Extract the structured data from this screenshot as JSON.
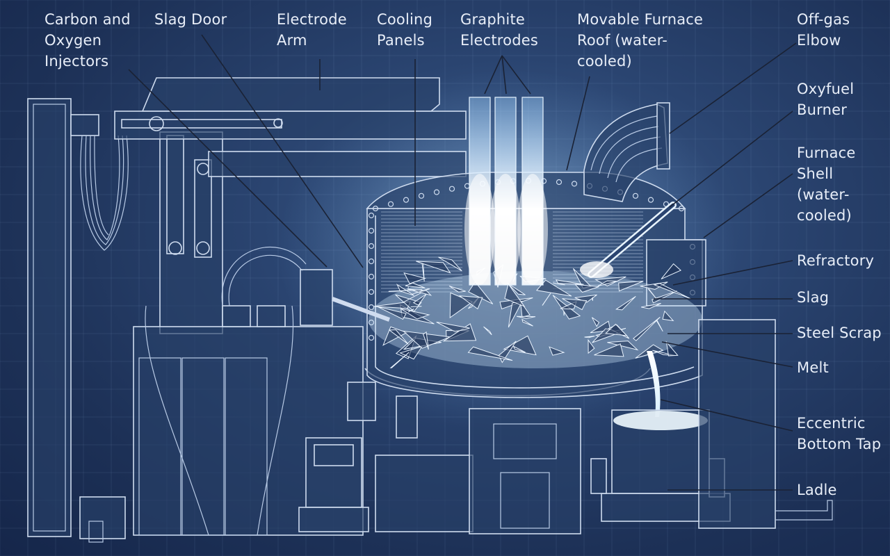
{
  "labels": {
    "carbon_oxygen_injectors": "Carbon and\nOxygen\nInjectors",
    "slag_door": "Slag Door",
    "electrode_arm": "Electrode\nArm",
    "cooling_panels": "Cooling\nPanels",
    "graphite_electrodes": "Graphite\nElectrodes",
    "movable_furnace_roof": "Movable Furnace\nRoof (water-\ncooled)",
    "off_gas_elbow": "Off-gas\nElbow",
    "oxyfuel_burner": "Oxyfuel\nBurner",
    "furnace_shell": "Furnace\nShell\n(water-\ncooled)",
    "refractory": "Refractory",
    "slag": "Slag",
    "steel_scrap": "Steel Scrap",
    "melt": "Melt",
    "eccentric_bottom_tap": "Eccentric\nBottom Tap",
    "ladle": "Ladle"
  },
  "colors": {
    "background": "#1d3157",
    "line": "#cfdcef",
    "glow": "#eaf6ff",
    "label_text": "#e8eef8"
  }
}
